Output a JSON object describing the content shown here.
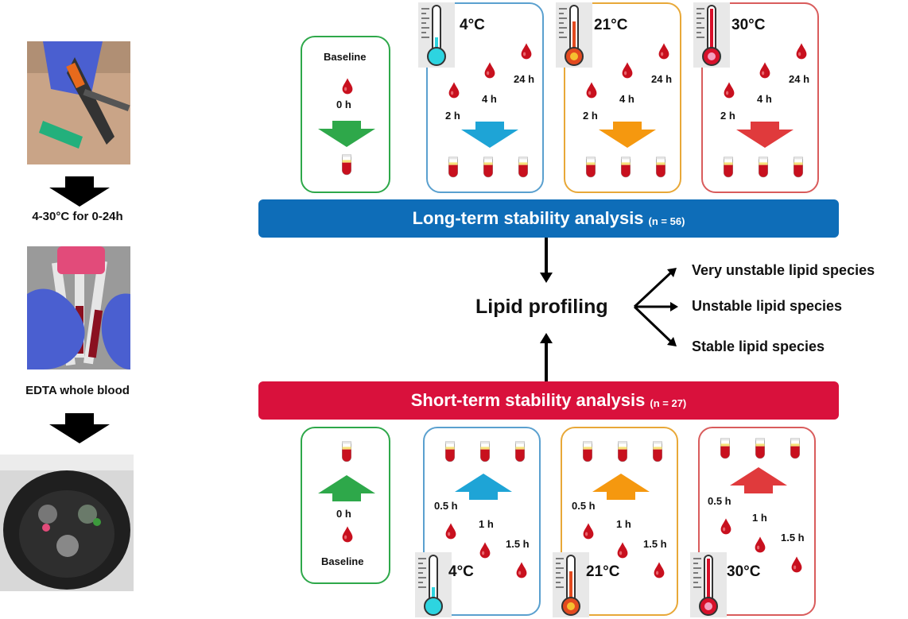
{
  "left_column": {
    "label_temperature": "4-30°C for 0-24h",
    "label_blood": "EDTA whole blood"
  },
  "long_term": {
    "banner_title": "Long-term stability analysis",
    "banner_n": "(n = 56)",
    "baseline": {
      "title": "Baseline",
      "time": "0 h"
    },
    "conditions": [
      {
        "temp": "4°C",
        "times": [
          "2 h",
          "4 h",
          "24 h"
        ],
        "color": "#1ea4d6"
      },
      {
        "temp": "21°C",
        "times": [
          "2 h",
          "4 h",
          "24 h"
        ],
        "color": "#f5980f"
      },
      {
        "temp": "30°C",
        "times": [
          "2 h",
          "4 h",
          "24 h"
        ],
        "color": "#e03a3c"
      }
    ]
  },
  "short_term": {
    "banner_title": "Short-term stability analysis",
    "banner_n": "(n = 27)",
    "baseline": {
      "title": "Baseline",
      "time": "0 h"
    },
    "conditions": [
      {
        "temp": "4°C",
        "times": [
          "0.5 h",
          "1 h",
          "1.5 h"
        ],
        "color": "#1ea4d6"
      },
      {
        "temp": "21°C",
        "times": [
          "0.5 h",
          "1 h",
          "1.5 h"
        ],
        "color": "#f5980f"
      },
      {
        "temp": "30°C",
        "times": [
          "0.5 h",
          "1 h",
          "1.5 h"
        ],
        "color": "#e03a3c"
      }
    ]
  },
  "center": {
    "label": "Lipid profiling",
    "outcomes": [
      "Very unstable lipid species",
      "Unstable lipid species",
      "Stable lipid species"
    ]
  },
  "colors": {
    "long_banner": "#0e6db8",
    "short_banner": "#d9113c",
    "baseline_border": "#2ea84a",
    "cold_border": "#5aa0cf",
    "room_border": "#e8a838",
    "warm_border": "#d95c5c",
    "blood_drop": "#c8101e"
  }
}
